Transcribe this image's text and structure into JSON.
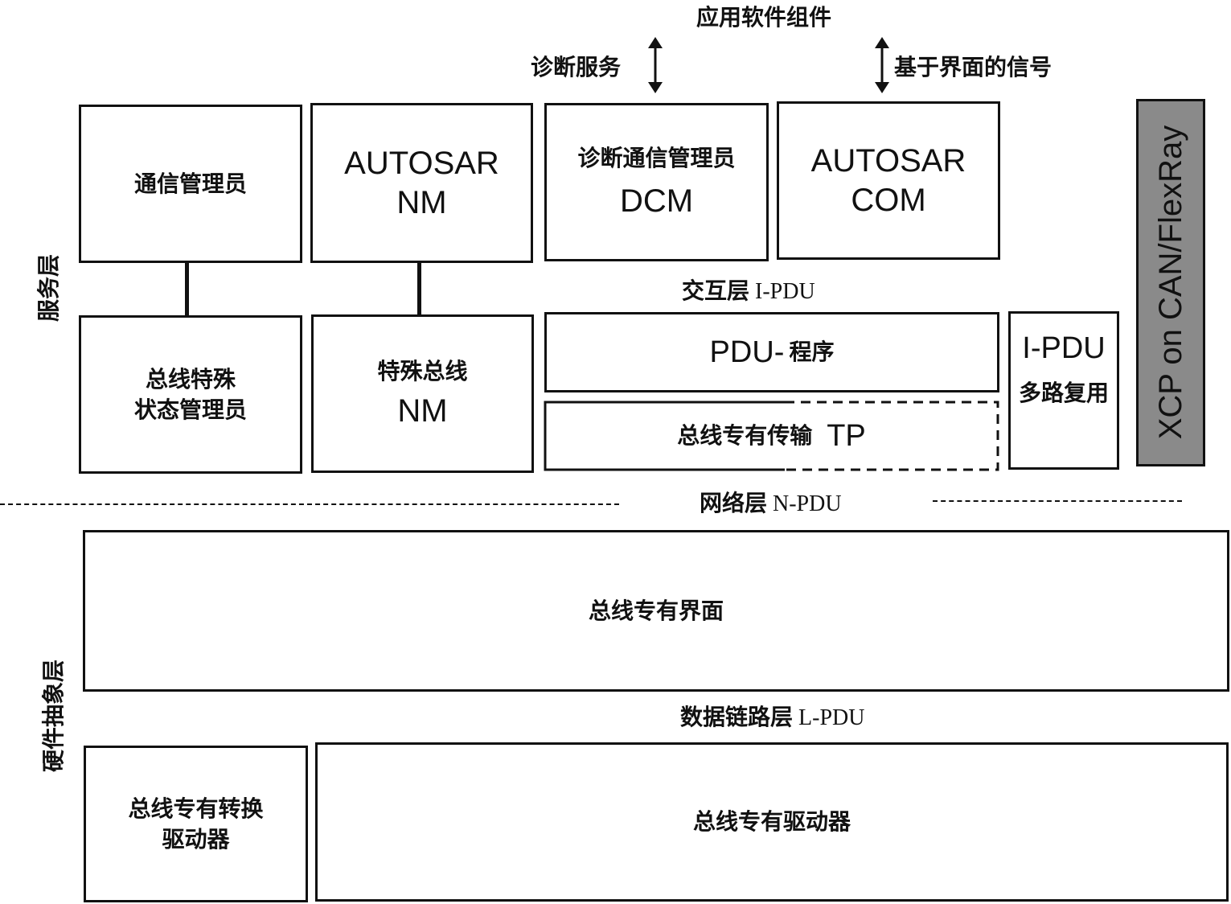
{
  "top": {
    "title": "应用软件组件",
    "diag_service": "诊断服务",
    "signal_interface": "基于界面的信号"
  },
  "layers": {
    "service": "服务层",
    "hardware": "硬件抽象层"
  },
  "modules": {
    "comm_manager": "通信管理员",
    "autosar_nm": [
      "AUTOSAR",
      "NM"
    ],
    "dcm": [
      "诊断通信管理员",
      "DCM"
    ],
    "autosar_com": [
      "AUTOSAR",
      "COM"
    ],
    "bus_state_manager": [
      "总线特殊",
      "状态管理员"
    ],
    "bus_nm": [
      "特殊总线",
      "NM"
    ],
    "pdu_router": {
      "en": "PDU-",
      "cn": "程序"
    },
    "tp": {
      "cn": "总线专有传输",
      "en": "TP"
    },
    "ipdu_mux": [
      "I-PDU",
      "多路复用"
    ],
    "xcp": "XCP on CAN/FlexRay",
    "bus_interface": "总线专有界面",
    "transceiver_driver": [
      "总线专有转换",
      "驱动器"
    ],
    "bus_driver": "总线专有驱动器"
  },
  "pdu_labels": {
    "i_pdu": {
      "cn": "交互层",
      "en": "I-PDU"
    },
    "n_pdu": {
      "cn": "网络层",
      "en": "N-PDU"
    },
    "l_pdu": {
      "cn": "数据链路层",
      "en": "L-PDU"
    }
  },
  "colors": {
    "xcp_fill": "#8a8a8a",
    "stroke": "#111111"
  }
}
